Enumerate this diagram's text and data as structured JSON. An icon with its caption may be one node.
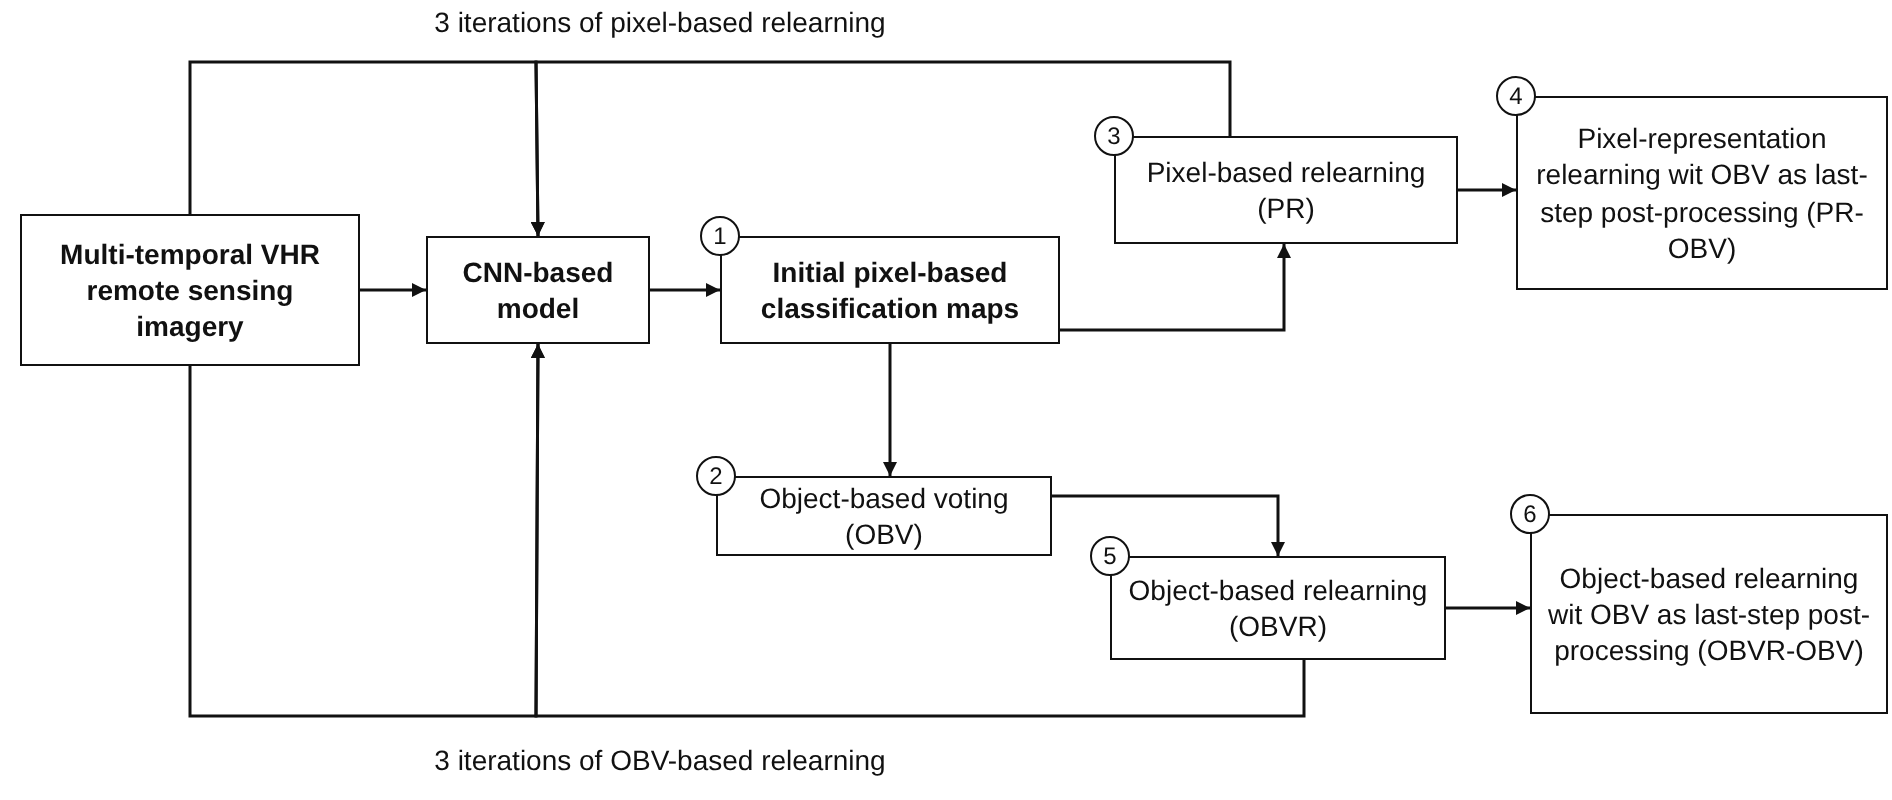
{
  "diagram": {
    "nodes": [
      {
        "text": [
          "Multi-temporal VHR remote sensing imagery"
        ]
      },
      {
        "text": [
          "CNN-based model"
        ]
      },
      {
        "text": [
          "Initial pixel-based classification maps"
        ],
        "beside": [
          "1"
        ]
      },
      {
        "text": [
          "Pixel-based relearning (PR)"
        ],
        "beside": [
          "3"
        ]
      },
      {
        "text": [
          "Pixel-representation relearning wit OBV as last-step post-processing (PR-OBV)"
        ],
        "beside": [
          "4"
        ]
      },
      {
        "text": [
          "Object-based voting (OBV)"
        ],
        "beside": [
          "2"
        ]
      },
      {
        "text": [
          "Object-based relearning (OBVR)"
        ],
        "beside": [
          "5"
        ]
      },
      {
        "text": [
          "Object-based relearning wit OBV as last-step post-processing (OBVR-OBV)"
        ],
        "beside": [
          "6"
        ]
      }
    ],
    "edges": [
      {
        "from": 0,
        "to": 1,
        "arrow": "to"
      },
      {
        "from": 1,
        "to": 2,
        "arrow": "to"
      },
      {
        "from": 2,
        "to": 3,
        "arrow": "to"
      },
      {
        "from": 3,
        "to": 4,
        "arrow": "to"
      },
      {
        "from": 2,
        "to": 5,
        "arrow": "to"
      },
      {
        "from": 5,
        "to": 6,
        "arrow": "to"
      },
      {
        "from": 6,
        "to": 7,
        "arrow": "to"
      },
      {
        "from": 0,
        "to": 1,
        "arrow": "to"
      },
      {
        "from": 3,
        "to": 1,
        "arrow": "to",
        "label": "3 iterations of pixel-based relearning"
      },
      {
        "from": 0,
        "to": 1,
        "arrow": "to"
      },
      {
        "from": 6,
        "to": 1,
        "arrow": "to",
        "label": "3 iterations of OBV-based relearning"
      }
    ]
  }
}
